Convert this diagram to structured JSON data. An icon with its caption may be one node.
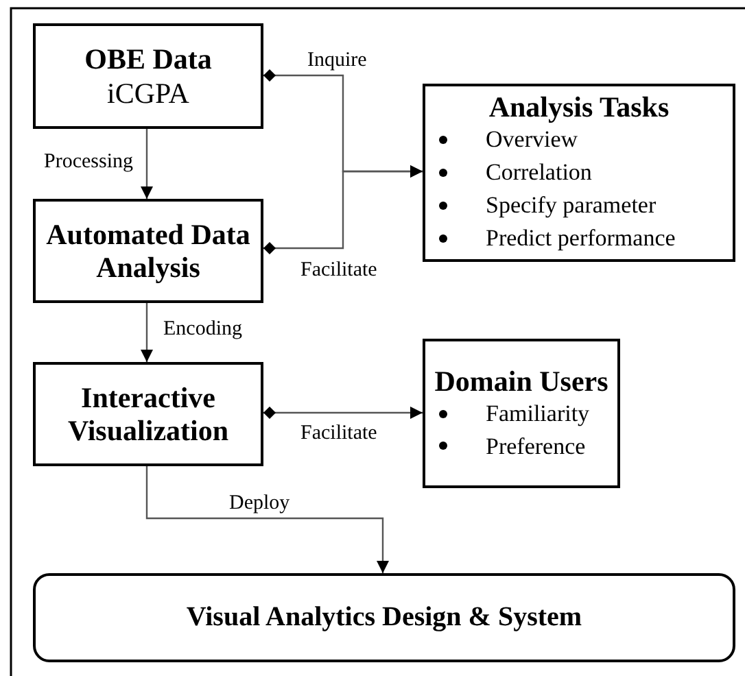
{
  "diagram": {
    "nodes": [
      {
        "text": [
          "OBE Data",
          "iCGPA"
        ]
      },
      {
        "text": [
          "Automated Data Analysis"
        ]
      },
      {
        "text": [
          "Analysis Tasks",
          "Overview",
          "Correlation",
          "Specify parameter",
          "Predict performance"
        ]
      },
      {
        "text": [
          "Interactive Visualization"
        ]
      },
      {
        "text": [
          "Domain Users",
          "Familiarity",
          "Preference"
        ]
      },
      {
        "text": [
          "Visual Analytics Design & System"
        ]
      }
    ],
    "edges": [
      {
        "from": 0,
        "to": 1,
        "arrow": "to",
        "label": "Processing"
      },
      {
        "from": 0,
        "to": 2,
        "arrow": "to",
        "label": "Inquire"
      },
      {
        "from": 1,
        "to": 2,
        "arrow": "to",
        "label": "Facilitate"
      },
      {
        "from": 1,
        "to": 3,
        "arrow": "to",
        "label": "Encoding"
      },
      {
        "from": 3,
        "to": 4,
        "arrow": "to",
        "label": "Facilitate"
      },
      {
        "from": 3,
        "to": 5,
        "arrow": "to",
        "label": "Deploy"
      }
    ]
  }
}
